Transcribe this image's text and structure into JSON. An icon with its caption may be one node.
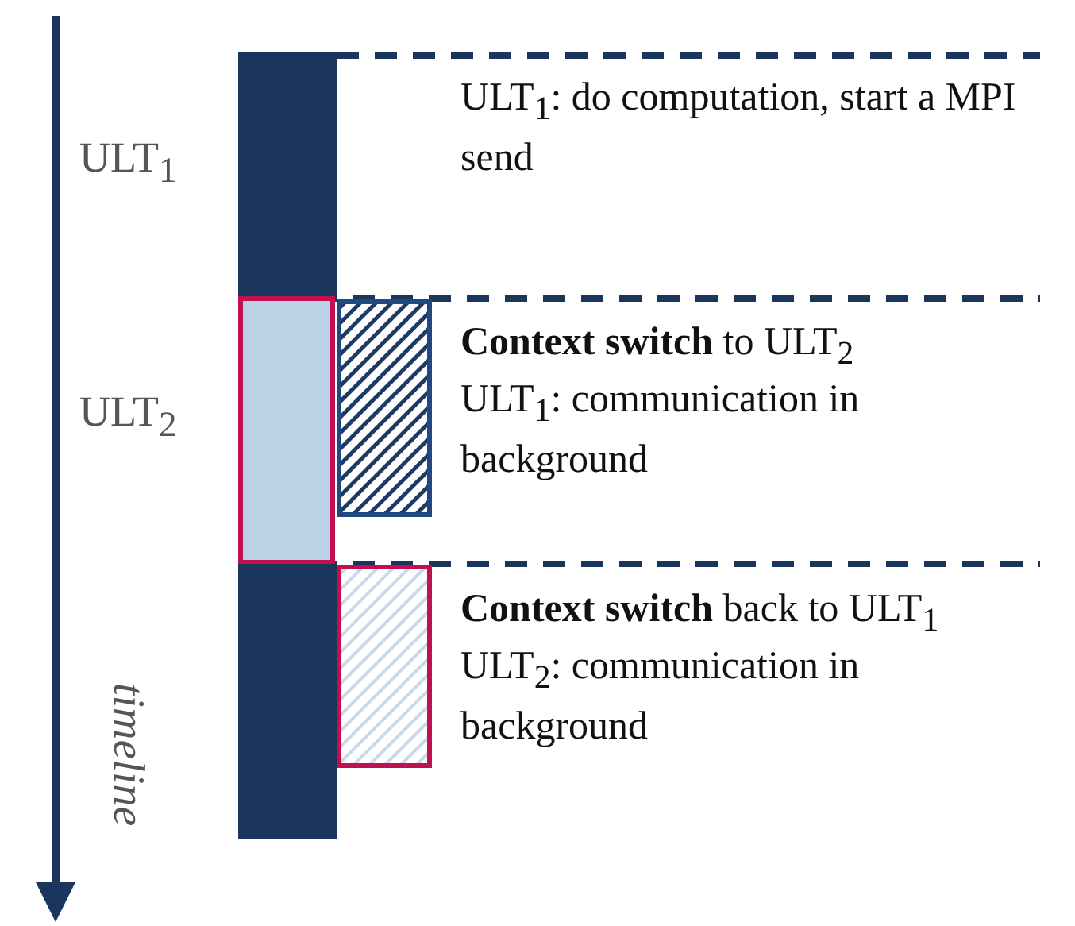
{
  "diagram": {
    "labels": [
      "ULT$_{1}$",
      "ULT$_{1}$: do computation, start a MPI send",
      "ULT$_{2}$",
      "**Context switch** to ULT$_{2}$",
      "ULT$_{1}$: communication in background",
      "**Context switch** back to ULT$_{1}$",
      "ULT$_{2}$: communication in background",
      "timeline"
    ]
  }
}
